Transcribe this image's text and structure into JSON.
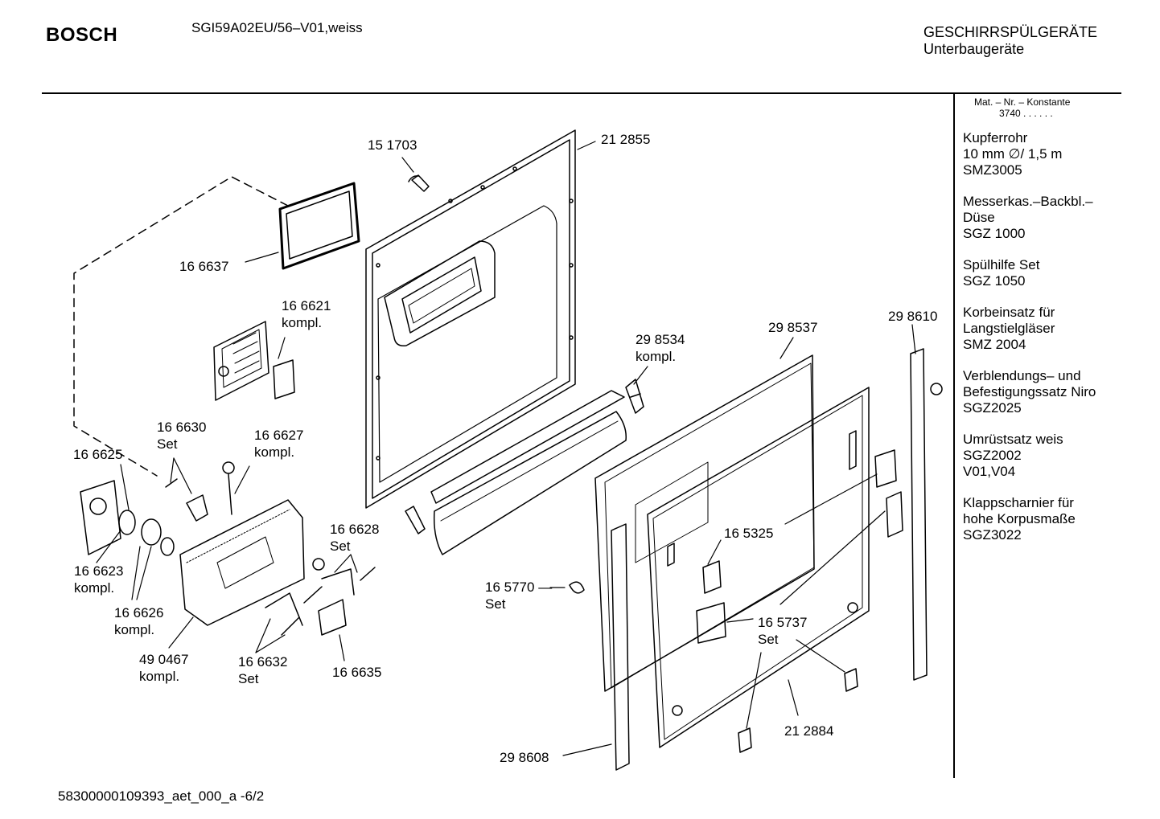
{
  "header": {
    "brand": "BOSCH",
    "model": "SGI59A02EU/56–V01,weiss",
    "category": "GESCHIRRSPÜLGERÄTE",
    "subcategory": "Unterbaugeräte"
  },
  "sidebar": {
    "mat_label": "Mat. – Nr. – Konstante",
    "mat_value": "3740 . . . . . .",
    "accessories": [
      {
        "lines": [
          "Kupferrohr",
          "10 mm ∅/ 1,5 m",
          "SMZ3005"
        ]
      },
      {
        "lines": [
          "Messerkas.–Backbl.–",
          "Düse",
          "SGZ 1000"
        ]
      },
      {
        "lines": [
          "Spülhilfe Set",
          "SGZ 1050"
        ]
      },
      {
        "lines": [
          "Korbeinsatz für",
          "Langstielgläser",
          "SMZ 2004"
        ]
      },
      {
        "lines": [
          "Verblendungs– und",
          "Befestigungssatz Niro",
          "SGZ2025"
        ]
      },
      {
        "lines": [
          "Umrüstsatz weis",
          "SGZ2002",
          "V01,V04"
        ]
      },
      {
        "lines": [
          "Klappscharnier für",
          "hohe Korpusmaße",
          "SGZ3022"
        ]
      }
    ]
  },
  "parts": {
    "p151703": "15 1703",
    "p212855": "21 2855",
    "p166637": "16 6637",
    "p166621": "16 6621",
    "p166621_note": "kompl.",
    "p298534": "29 8534",
    "p298534_note": "kompl.",
    "p298537": "29 8537",
    "p298610": "29 8610",
    "p166630": "16 6630",
    "p166630_note": "Set",
    "p166627": "16 6627",
    "p166627_note": "kompl.",
    "p166625": "16 6625",
    "p166628": "16 6628",
    "p166628_note": "Set",
    "p165325": "16 5325",
    "p166623": "16 6623",
    "p166623_note": "kompl.",
    "p165770": "16 5770",
    "p165770_dash": "—",
    "p165770_note": "Set",
    "p166626": "16 6626",
    "p166626_note": "kompl.",
    "p165737": "16 5737",
    "p165737_note": "Set",
    "p490467": "49 0467",
    "p490467_note": "kompl.",
    "p166632": "16 6632",
    "p166632_note": "Set",
    "p166635": "16 6635",
    "p212884": "21 2884",
    "p298608": "29 8608"
  },
  "footer": {
    "doc_id": "58300000109393_aet_000_a",
    "page": "-6/2"
  }
}
